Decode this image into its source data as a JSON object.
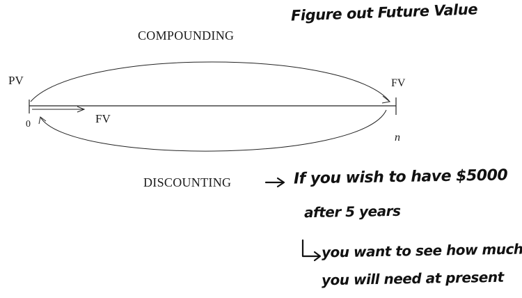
{
  "handwritten_note": "Figure out Future Value",
  "diagram": {
    "compounding_label": "COMPOUNDING",
    "discounting_label": "DISCOUNTING",
    "pv_label": "PV",
    "fv_end_label": "FV",
    "fv_direction_label": "FV",
    "start_period": "0",
    "end_period": "n"
  },
  "annotation": {
    "line1": "If you wish to have $5000",
    "line2": "after 5 years",
    "line3": "you want to see how much",
    "line4": "you will need at present"
  },
  "colors": {
    "ink": "#1a1a1a",
    "background": "#ffffff"
  }
}
